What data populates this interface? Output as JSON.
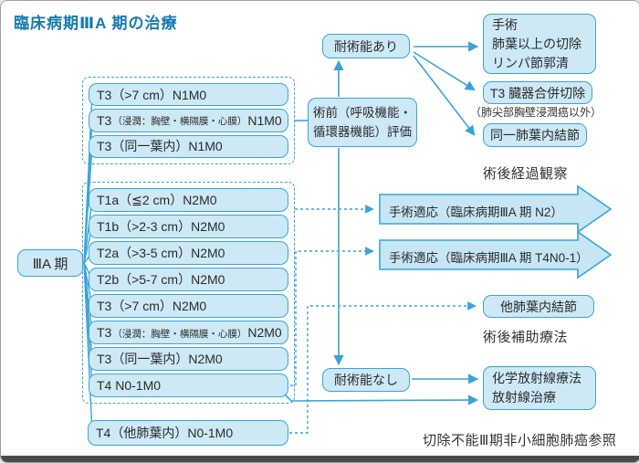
{
  "title": "臨床病期ⅢA 期の治療",
  "stage": {
    "label": "ⅢA 期"
  },
  "group1": {
    "rows": [
      {
        "pre": "T3（>7 cm）N1M0"
      },
      {
        "pre": "T3",
        "small": "（浸潤：胸壁・横隔膜・心膜）",
        "post": "N1M0"
      },
      {
        "pre": "T3（同一葉内）N1M0"
      }
    ]
  },
  "group2": {
    "rows": [
      {
        "pre": "T1a（≦2 cm）N2M0"
      },
      {
        "pre": "T1b（>2-3 cm）N2M0"
      },
      {
        "pre": "T2a（>3-5 cm）N2M0"
      },
      {
        "pre": "T2b（>5-7 cm）N2M0"
      },
      {
        "pre": "T3（>7 cm）N2M0"
      },
      {
        "pre": "T3",
        "small": "（浸潤：胸壁・横隔膜・心膜）",
        "post": "N2M0"
      },
      {
        "pre": "T3（同一葉内）N2M0"
      },
      {
        "pre": "T4 N0-1M0"
      }
    ]
  },
  "other_lobe_t4": {
    "label": "T4（他肺葉内）N0-1M0"
  },
  "pre_eval": {
    "line1": "術前（呼吸機能・",
    "line2": "循環器機能）評価"
  },
  "tolerance": {
    "yes": "耐術能あり",
    "no": "耐術能なし"
  },
  "right": {
    "surgery": {
      "line1": "手術",
      "line2": "肺葉以上の切除",
      "line3": "リンパ節郭清"
    },
    "t3_combined": "T3 臓器合併切除",
    "t3_note": "（肺尖部胸壁浸潤癌以外）",
    "same_lobe_nodule": "同一肺葉内結節",
    "postop_followup": "術後経過観察",
    "surgical_indication_n2": "手術適応（臨床病期ⅢA 期 N2）",
    "surgical_indication_t4": "手術適応（臨床病期ⅢA 期 T4N0-1）",
    "other_lobe_nodule": "他肺葉内結節",
    "adjuvant_therapy": "術後補助療法",
    "chemoradio": {
      "line1": "化学放射線療法",
      "line2": "放射線治療"
    },
    "unresectable_ref": "切除不能Ⅲ期非小細胞肺癌参照"
  },
  "colors": {
    "line": "#3aa4d7",
    "box_fill": "#cde9f6",
    "box_border": "#3aa4d7",
    "title": "#187aae",
    "text": "#2b2b2b"
  }
}
